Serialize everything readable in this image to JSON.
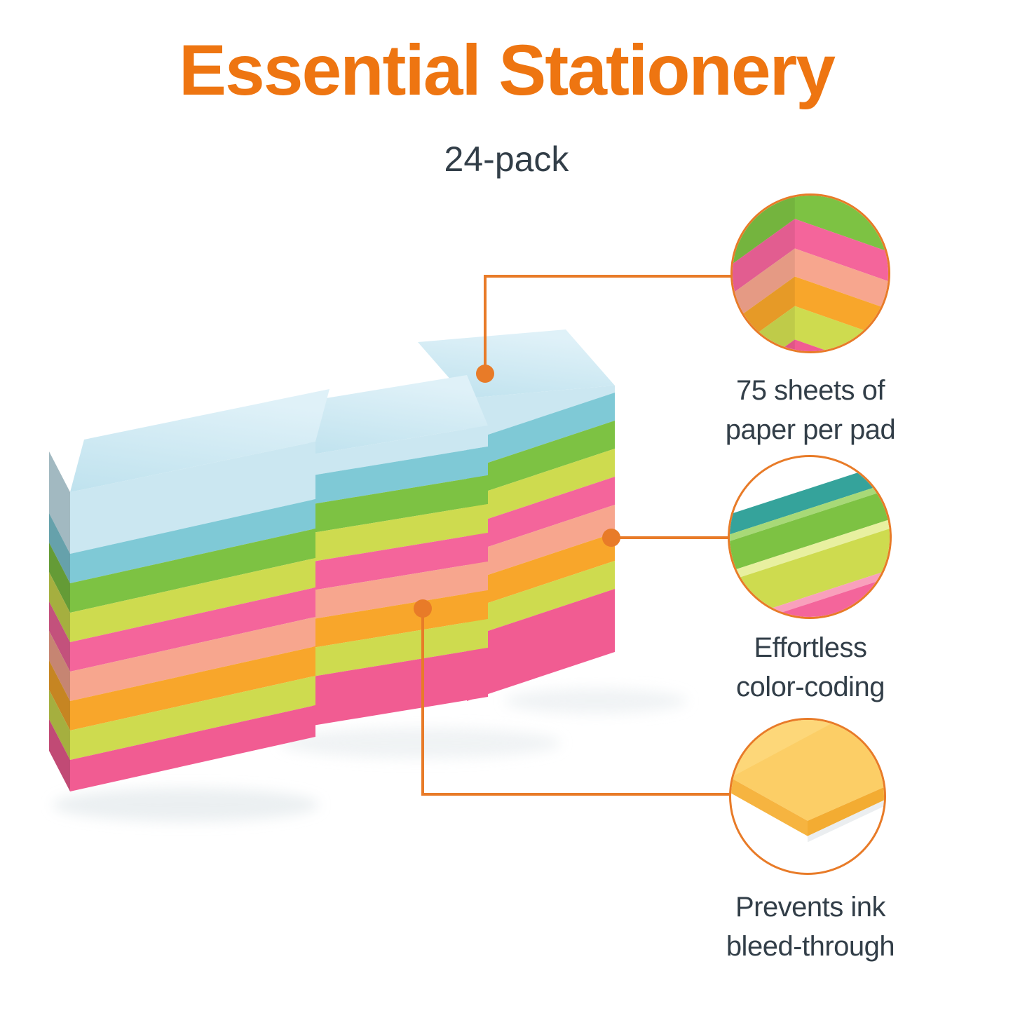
{
  "title": "Essential Stationery",
  "subtitle": "24-pack",
  "callouts": [
    {
      "id": "sheets",
      "lines": [
        "75 sheets of",
        "paper per pad"
      ]
    },
    {
      "id": "color-coding",
      "lines": [
        "Effortless",
        "color-coding"
      ]
    },
    {
      "id": "bleed",
      "lines": [
        "Prevents ink",
        "bleed-through"
      ]
    }
  ],
  "colors": {
    "accent_orange": "#EE7511",
    "connector_orange": "#E87B28",
    "text_dark": "#323E48",
    "light_blue": "#CBE7F1",
    "teal_blue": "#7FC9D6",
    "green": "#7DC243",
    "yellow_green": "#CEDB4F",
    "pink": "#F4659B",
    "salmon": "#F7A68E",
    "orange": "#F8A62B",
    "bottom_pink": "#F15C92",
    "top_face_blue": "#D9EEF5",
    "fan_teal": "#35A39B",
    "fan_green_light": "#A8D977",
    "fan_yellow_light": "#E8F0A0",
    "circle_yellow": "#FCCE66",
    "circle_yellow_side": "#F3AC32"
  }
}
